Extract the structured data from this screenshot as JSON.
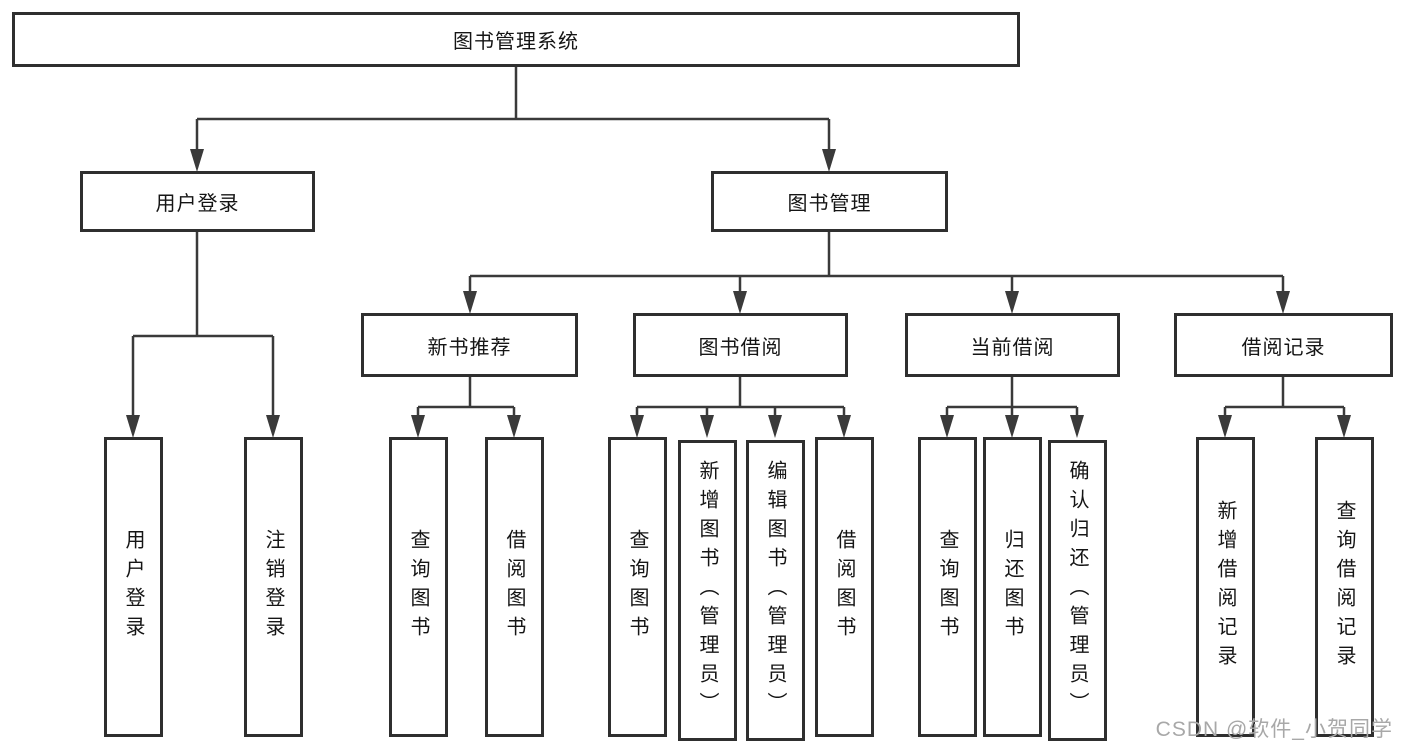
{
  "tree": {
    "label": "图书管理系统",
    "children": [
      {
        "label": "用户登录",
        "children": [
          {
            "label": "用户登录"
          },
          {
            "label": "注销登录"
          }
        ]
      },
      {
        "label": "图书管理",
        "children": [
          {
            "label": "新书推荐",
            "children": [
              {
                "label": "查询图书"
              },
              {
                "label": "借阅图书"
              }
            ]
          },
          {
            "label": "图书借阅",
            "children": [
              {
                "label": "查询图书"
              },
              {
                "label": "新增图书（管理员）"
              },
              {
                "label": "编辑图书（管理员）"
              },
              {
                "label": "借阅图书"
              }
            ]
          },
          {
            "label": "当前借阅",
            "children": [
              {
                "label": "查询图书"
              },
              {
                "label": "归还图书"
              },
              {
                "label": "确认归还（管理员）"
              }
            ]
          },
          {
            "label": "借阅记录",
            "children": [
              {
                "label": "新增借阅记录"
              },
              {
                "label": "查询借阅记录"
              }
            ]
          }
        ]
      }
    ]
  },
  "watermark": {
    "text": "CSDN @软件_小贺同学"
  },
  "colors": {
    "line": "#3a3a3a",
    "border": "#2f2f2f",
    "text": "#151515",
    "watermark": "#a8a8a8"
  }
}
